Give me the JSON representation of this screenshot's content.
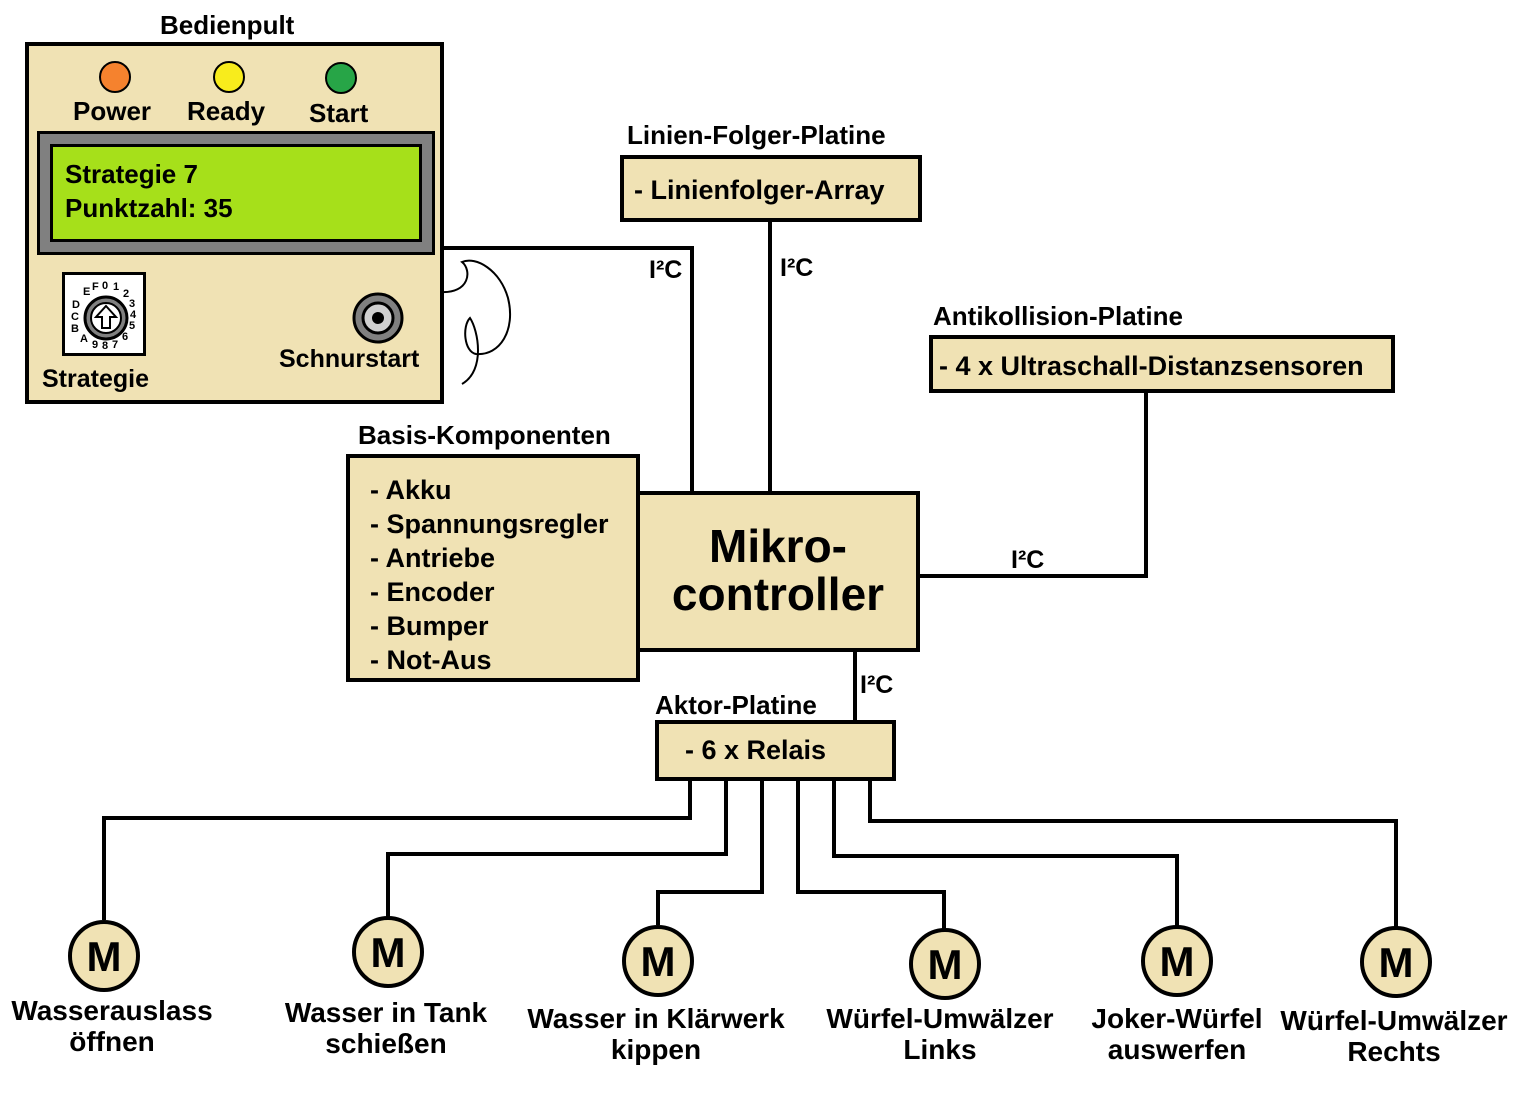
{
  "panel": {
    "title": "Bedienpult",
    "leds": [
      {
        "label": "Power",
        "color": "#f5822e"
      },
      {
        "label": "Ready",
        "color": "#f8ec1c"
      },
      {
        "label": "Start",
        "color": "#27a547"
      }
    ],
    "display": {
      "line1": "Strategie 7",
      "line2": "Punktzahl: 35",
      "color": "#a6e01a"
    },
    "dial": {
      "label": "Strategie",
      "digits": [
        "E",
        "F",
        "0",
        "1",
        "2",
        "3",
        "4",
        "5",
        "6",
        "7",
        "8",
        "9",
        "A",
        "B",
        "C",
        "D"
      ]
    },
    "jack": {
      "label": "Schnurstart"
    }
  },
  "line_follower": {
    "title": "Linien-Folger-Platine",
    "items": [
      "- Linienfolger-Array"
    ]
  },
  "anticollision": {
    "title": "Antikollision-Platine",
    "items": [
      "- 4 x Ultraschall-Distanzsensoren"
    ]
  },
  "basis": {
    "title": "Basis-Komponenten",
    "items": [
      "- Akku",
      "- Spannungsregler",
      "- Antriebe",
      "- Encoder",
      "- Bumper",
      "- Not-Aus"
    ]
  },
  "mcu": {
    "line1": "Mikro-",
    "line2": "controller"
  },
  "actor": {
    "title": "Aktor-Platine",
    "items": [
      "- 6 x Relais"
    ]
  },
  "bus_label": "I²C",
  "motors": [
    {
      "symbol": "M",
      "line1": "Wasserauslass",
      "line2": "öffnen"
    },
    {
      "symbol": "M",
      "line1": "Wasser in Tank",
      "line2": "schießen"
    },
    {
      "symbol": "M",
      "line1": "Wasser in Klärwerk",
      "line2": "kippen"
    },
    {
      "symbol": "M",
      "line1": "Würfel-Umwälzer",
      "line2": "Links"
    },
    {
      "symbol": "M",
      "line1": "Joker-Würfel",
      "line2": "auswerfen"
    },
    {
      "symbol": "M",
      "line1": "Würfel-Umwälzer",
      "line2": "Rechts"
    }
  ],
  "colors": {
    "box_fill": "#f0e2b4",
    "line": "#000000",
    "lcd_frame": "#808080"
  }
}
